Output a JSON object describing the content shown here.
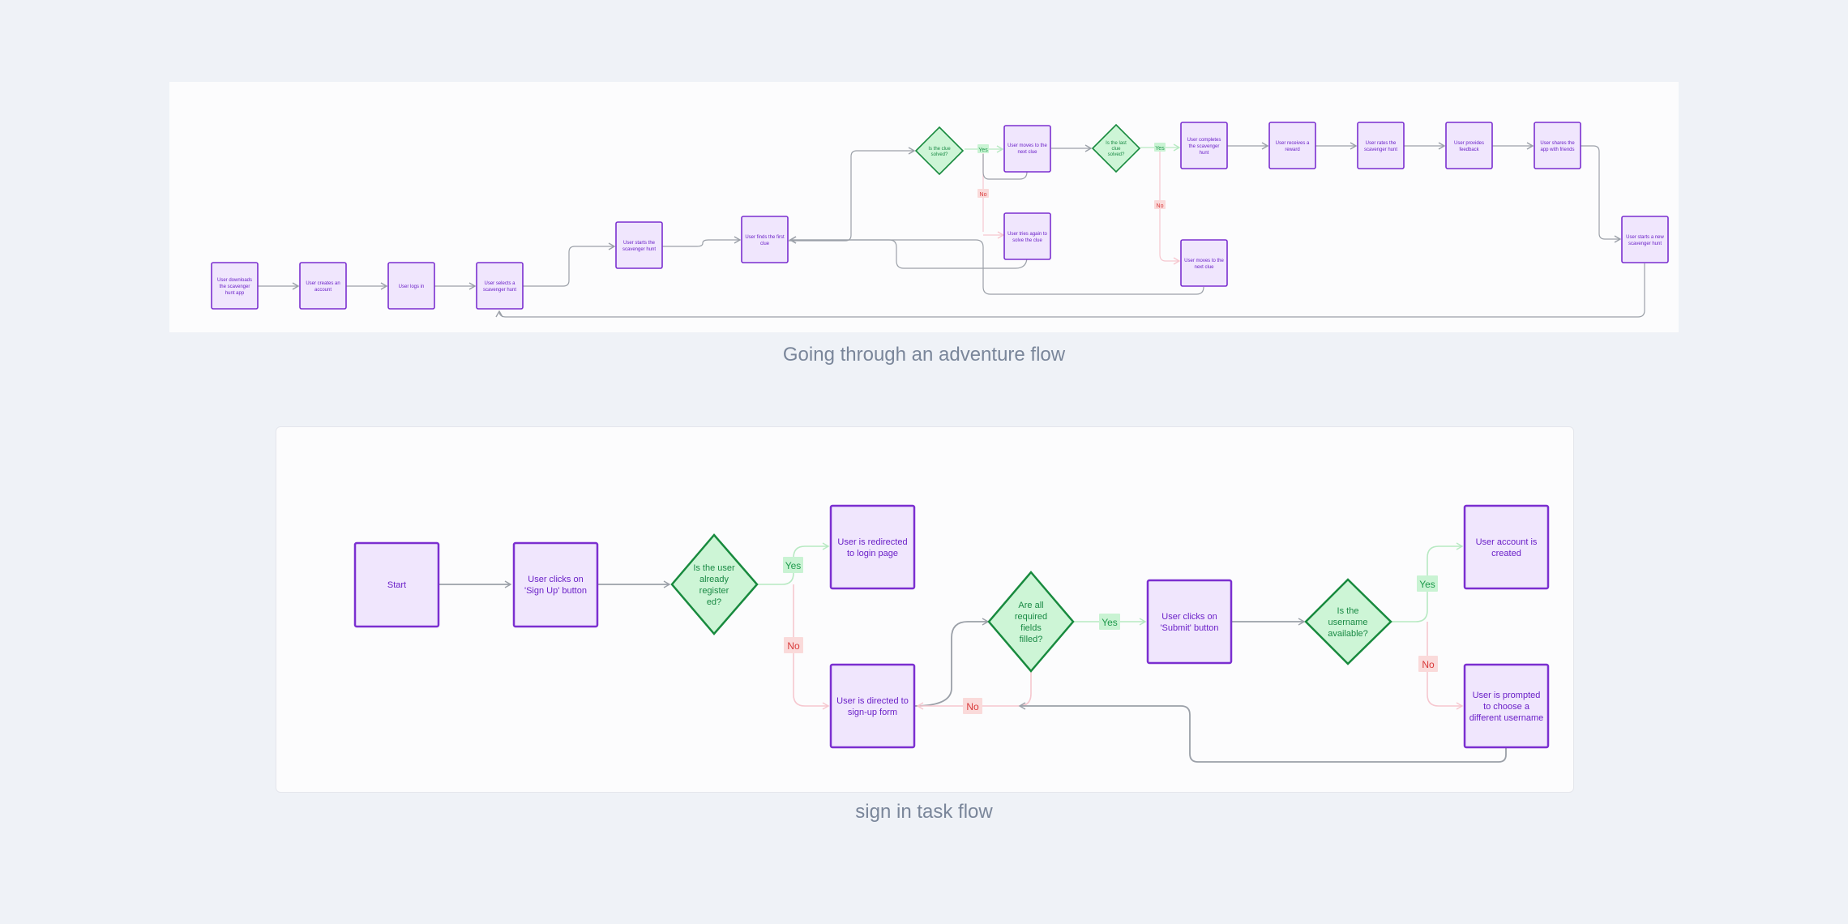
{
  "captions": {
    "adventure": "Going through an adventure flow",
    "signin": "sign in task flow"
  },
  "adventure": {
    "downloads": [
      "User downloads",
      "the scavenger",
      "hunt app"
    ],
    "creates": [
      "User creates an",
      "account"
    ],
    "logs_in": [
      "User logs in"
    ],
    "selects": [
      "User selects a",
      "scavenger hunt"
    ],
    "starts": [
      "User starts the",
      "scavenger hunt"
    ],
    "finds": [
      "User finds the first",
      "clue"
    ],
    "q_clue": [
      "Is the clue",
      "solved?"
    ],
    "moves_next": [
      "User moves to the",
      "next clue"
    ],
    "q_last": [
      "Is the last",
      "clue",
      "solved?"
    ],
    "tries_again": [
      "User tries again to",
      "solve the clue"
    ],
    "moves_next2": [
      "User moves to the",
      "next clue"
    ],
    "completes": [
      "User completes",
      "the scavenger",
      "hunt"
    ],
    "reward": [
      "User receives a",
      "reward"
    ],
    "rates": [
      "User rates the",
      "scavenger hunt"
    ],
    "feedback": [
      "User provides",
      "feedback"
    ],
    "shares": [
      "User shares the",
      "app with friends"
    ],
    "new_hunt": [
      "User starts a new",
      "scavenger hunt"
    ],
    "yes": "Yes",
    "no": "No"
  },
  "signin": {
    "start": [
      "Start"
    ],
    "clicks_signup": [
      "User clicks on",
      "'Sign Up' button"
    ],
    "q_registered": [
      "Is the user",
      "already",
      "register",
      "ed?"
    ],
    "redirected": [
      "User is redirected",
      "to login page"
    ],
    "directed_form": [
      "User is directed to",
      "sign-up form"
    ],
    "q_fields": [
      "Are all",
      "required",
      "fields",
      "filled?"
    ],
    "clicks_submit": [
      "User clicks on",
      "'Submit' button"
    ],
    "q_username": [
      "Is the",
      "username",
      "available?"
    ],
    "account_created": [
      "User account is",
      "created"
    ],
    "prompted": [
      "User is prompted",
      "to choose a",
      "different username"
    ],
    "yes": "Yes",
    "no": "No"
  }
}
